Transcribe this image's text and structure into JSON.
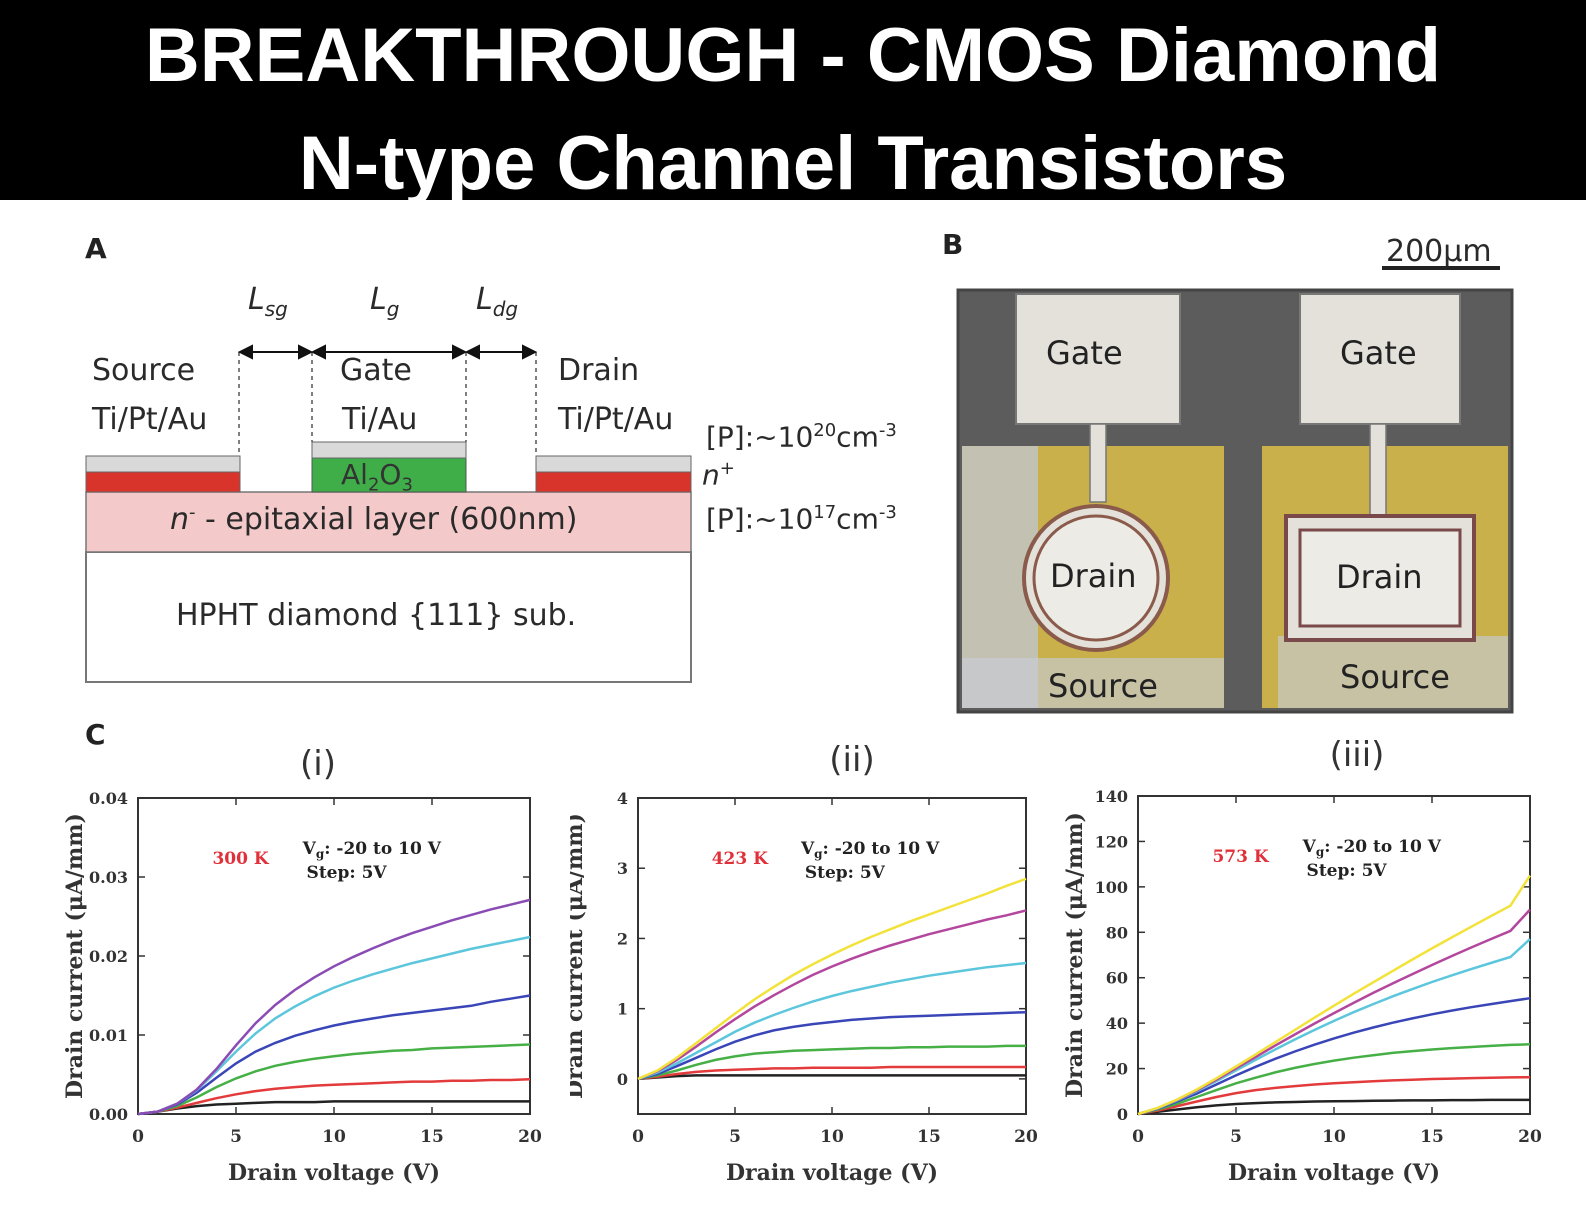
{
  "banner": {
    "line1": "BREAKTHROUGH - CMOS Diamond",
    "line2": "N-type Channel Transistors"
  },
  "panel_a": {
    "letter": "A",
    "lsg": "L",
    "lsg_sub": "sg",
    "lg": "L",
    "lg_sub": "g",
    "ldg": "L",
    "ldg_sub": "dg",
    "source": "Source",
    "source_metal": "Ti/Pt/Au",
    "gate": "Gate",
    "gate_metal": "Ti/Au",
    "drain": "Drain",
    "drain_metal": "Ti/Pt/Au",
    "oxide_main": "Al",
    "oxide_sub1": "2",
    "oxide_mid": "O",
    "oxide_sub2": "3",
    "nplus": "n",
    "nplus_sup": "+",
    "conc_high_prefix": "[P]:~10",
    "conc_high_exp": "20",
    "conc_high_unit": "cm",
    "conc_high_unit_exp": "-3",
    "conc_low_prefix": "[P]:~10",
    "conc_low_exp": "17",
    "conc_low_unit": "cm",
    "conc_low_unit_exp": "-3",
    "epi_n": "n",
    "epi_sup": "-",
    "epi_text": " - epitaxial layer (600nm)",
    "substrate": "HPHT diamond {111} sub.",
    "colors": {
      "metal": "#d9d9d9",
      "nplus": "#d9342b",
      "oxide": "#3fae49",
      "epi": "#f4c9c9",
      "substrate": "#ffffff"
    }
  },
  "panel_b": {
    "letter": "B",
    "scale": "200μm",
    "gate1": "Gate",
    "gate2": "Gate",
    "drain1": "Drain",
    "drain2": "Drain",
    "source1": "Source",
    "source2": "Source"
  },
  "panel_c": {
    "letter": "C",
    "subtitles": [
      "(i)",
      "(ii)",
      "(iii)"
    ]
  },
  "chart_data": [
    {
      "type": "line",
      "title": "(i)",
      "xlabel": "Drain voltage (V)",
      "ylabel": "Drain current (μA/mm)",
      "temperature": "300 K",
      "vg_label": "V",
      "vg_sub": "g",
      "vg_range": ": -20 to 10 V",
      "step": "Step: 5V",
      "xlim": [
        0,
        20
      ],
      "ylim": [
        0,
        0.04
      ],
      "xticks": [
        "0",
        "5",
        "10",
        "15",
        "20"
      ],
      "yticks": [
        "0.00",
        "0.01",
        "0.02",
        "0.03",
        "0.04"
      ],
      "x": [
        0,
        1,
        2,
        3,
        4,
        5,
        6,
        7,
        8,
        9,
        10,
        11,
        12,
        13,
        14,
        15,
        16,
        17,
        18,
        19,
        20
      ],
      "series": [
        {
          "color": "#222222",
          "values": [
            0,
            0.0003,
            0.0007,
            0.001,
            0.0012,
            0.0013,
            0.0014,
            0.0015,
            0.0015,
            0.0015,
            0.0016,
            0.0016,
            0.0016,
            0.0016,
            0.0016,
            0.0016,
            0.0016,
            0.0016,
            0.0016,
            0.0016,
            0.0016
          ]
        },
        {
          "color": "#e33b3b",
          "values": [
            0,
            0.0003,
            0.0008,
            0.0014,
            0.002,
            0.0025,
            0.0029,
            0.0032,
            0.0034,
            0.0036,
            0.0037,
            0.0038,
            0.0039,
            0.004,
            0.0041,
            0.0041,
            0.0042,
            0.0042,
            0.0043,
            0.0043,
            0.0044
          ]
        },
        {
          "color": "#46b046",
          "values": [
            0,
            0.0003,
            0.001,
            0.0021,
            0.0034,
            0.0045,
            0.0054,
            0.0061,
            0.0066,
            0.007,
            0.0073,
            0.0076,
            0.0078,
            0.008,
            0.0081,
            0.0083,
            0.0084,
            0.0085,
            0.0086,
            0.0087,
            0.0088
          ]
        },
        {
          "color": "#3a46b8",
          "values": [
            0,
            0.0003,
            0.0012,
            0.0027,
            0.0046,
            0.0064,
            0.0079,
            0.009,
            0.0099,
            0.0106,
            0.0112,
            0.0117,
            0.0121,
            0.0125,
            0.0128,
            0.0131,
            0.0134,
            0.0137,
            0.0142,
            0.0146,
            0.015
          ]
        },
        {
          "color": "#5cc6dd",
          "values": [
            0,
            0.0003,
            0.0013,
            0.003,
            0.0054,
            0.0079,
            0.0102,
            0.0121,
            0.0136,
            0.0149,
            0.016,
            0.0169,
            0.0177,
            0.0184,
            0.0191,
            0.0197,
            0.0203,
            0.0209,
            0.0214,
            0.0219,
            0.0224
          ]
        },
        {
          "color": "#8a4bb5",
          "values": [
            0,
            0.0003,
            0.0013,
            0.0031,
            0.0057,
            0.0087,
            0.0115,
            0.0138,
            0.0157,
            0.0173,
            0.0187,
            0.0199,
            0.021,
            0.022,
            0.0229,
            0.0237,
            0.0245,
            0.0252,
            0.0259,
            0.0265,
            0.0271
          ]
        }
      ]
    },
    {
      "type": "line",
      "title": "(ii)",
      "xlabel": "Drain voltage (V)",
      "ylabel": "Drain current (μA/mm)",
      "temperature": "423 K",
      "vg_label": "V",
      "vg_sub": "g",
      "vg_range": ": -20 to 10 V",
      "step": "Step: 5V",
      "xlim": [
        0,
        20
      ],
      "ylim": [
        -0.5,
        4
      ],
      "xticks": [
        "0",
        "5",
        "10",
        "15",
        "20"
      ],
      "yticks": [
        "0",
        "1",
        "2",
        "3",
        "4"
      ],
      "x": [
        0,
        1,
        2,
        3,
        4,
        5,
        6,
        7,
        8,
        9,
        10,
        11,
        12,
        13,
        14,
        15,
        16,
        17,
        18,
        19,
        20
      ],
      "series": [
        {
          "color": "#222222",
          "values": [
            0,
            0.02,
            0.04,
            0.05,
            0.05,
            0.05,
            0.05,
            0.05,
            0.05,
            0.05,
            0.05,
            0.05,
            0.05,
            0.05,
            0.05,
            0.05,
            0.05,
            0.05,
            0.05,
            0.05,
            0.05
          ]
        },
        {
          "color": "#e33b3b",
          "values": [
            0,
            0.03,
            0.07,
            0.1,
            0.12,
            0.13,
            0.14,
            0.15,
            0.15,
            0.16,
            0.16,
            0.16,
            0.16,
            0.17,
            0.17,
            0.17,
            0.17,
            0.17,
            0.17,
            0.17,
            0.17
          ]
        },
        {
          "color": "#46b046",
          "values": [
            0,
            0.05,
            0.12,
            0.2,
            0.27,
            0.32,
            0.36,
            0.38,
            0.4,
            0.41,
            0.42,
            0.43,
            0.44,
            0.44,
            0.45,
            0.45,
            0.46,
            0.46,
            0.46,
            0.47,
            0.47
          ]
        },
        {
          "color": "#3a46b8",
          "values": [
            0,
            0.07,
            0.18,
            0.3,
            0.42,
            0.53,
            0.62,
            0.69,
            0.74,
            0.78,
            0.81,
            0.84,
            0.86,
            0.88,
            0.89,
            0.9,
            0.91,
            0.92,
            0.93,
            0.94,
            0.95
          ]
        },
        {
          "color": "#5cc6dd",
          "values": [
            0,
            0.09,
            0.22,
            0.37,
            0.52,
            0.67,
            0.8,
            0.91,
            1.01,
            1.1,
            1.18,
            1.25,
            1.31,
            1.37,
            1.42,
            1.47,
            1.51,
            1.55,
            1.59,
            1.62,
            1.65
          ]
        },
        {
          "color": "#b3479d",
          "values": [
            0,
            0.11,
            0.27,
            0.46,
            0.66,
            0.85,
            1.03,
            1.19,
            1.34,
            1.48,
            1.6,
            1.71,
            1.81,
            1.9,
            1.98,
            2.06,
            2.13,
            2.2,
            2.27,
            2.33,
            2.4
          ]
        },
        {
          "color": "#f2e23a",
          "values": [
            0,
            0.12,
            0.3,
            0.51,
            0.72,
            0.93,
            1.13,
            1.31,
            1.48,
            1.63,
            1.77,
            1.9,
            2.02,
            2.13,
            2.24,
            2.34,
            2.44,
            2.54,
            2.64,
            2.75,
            2.85
          ]
        }
      ]
    },
    {
      "type": "line",
      "title": "(iii)",
      "xlabel": "Drain voltage (V)",
      "ylabel": "Drain current (μA/mm)",
      "temperature": "573 K",
      "vg_label": "V",
      "vg_sub": "g",
      "vg_range": ": -20 to 10 V",
      "step": "Step: 5V",
      "xlim": [
        0,
        20
      ],
      "ylim": [
        0,
        140
      ],
      "xticks": [
        "0",
        "5",
        "10",
        "15",
        "20"
      ],
      "yticks": [
        "0",
        "20",
        "40",
        "60",
        "80",
        "100",
        "120",
        "140"
      ],
      "x": [
        0,
        1,
        2,
        3,
        4,
        5,
        6,
        7,
        8,
        9,
        10,
        11,
        12,
        13,
        14,
        15,
        16,
        17,
        18,
        19,
        20
      ],
      "series": [
        {
          "color": "#222222",
          "values": [
            0,
            1,
            2,
            3,
            3.8,
            4.4,
            4.8,
            5.1,
            5.3,
            5.5,
            5.6,
            5.7,
            5.8,
            5.9,
            6,
            6,
            6.1,
            6.1,
            6.2,
            6.2,
            6.2
          ]
        },
        {
          "color": "#e33b3b",
          "values": [
            0,
            1.5,
            3.5,
            5.5,
            7.5,
            9.2,
            10.5,
            11.5,
            12.3,
            13,
            13.5,
            14,
            14.4,
            14.8,
            15.1,
            15.4,
            15.6,
            15.8,
            16,
            16.1,
            16.2
          ]
        },
        {
          "color": "#46b046",
          "values": [
            0,
            2,
            4.5,
            7.5,
            10.5,
            13.5,
            16,
            18.3,
            20.3,
            22,
            23.5,
            24.8,
            25.9,
            26.9,
            27.7,
            28.4,
            29,
            29.5,
            30,
            30.4,
            30.7
          ]
        },
        {
          "color": "#3a46b8",
          "values": [
            0,
            2.3,
            5.5,
            9,
            13,
            17,
            20.8,
            24.3,
            27.5,
            30.5,
            33.3,
            35.8,
            38.1,
            40.2,
            42.1,
            43.9,
            45.5,
            47,
            48.4,
            49.7,
            51
          ]
        },
        {
          "color": "#5cc6dd",
          "values": [
            0,
            2.5,
            6,
            10,
            14.5,
            19.2,
            23.8,
            28.4,
            32.8,
            37,
            41,
            44.8,
            48.4,
            51.8,
            55,
            58.1,
            61,
            63.8,
            66.5,
            69.1,
            77
          ]
        },
        {
          "color": "#b3479d",
          "values": [
            0,
            2.6,
            6.2,
            10.4,
            15.1,
            20.1,
            25.1,
            30.1,
            35,
            39.8,
            44.4,
            48.9,
            53.3,
            57.5,
            61.6,
            65.6,
            69.5,
            73.3,
            77,
            80.6,
            90
          ]
        },
        {
          "color": "#f2e23a",
          "values": [
            0,
            2.7,
            6.4,
            10.8,
            15.7,
            20.9,
            26.2,
            31.6,
            37,
            42.4,
            47.7,
            52.9,
            58,
            63,
            68,
            72.9,
            77.7,
            82.4,
            87.1,
            91.7,
            105
          ]
        }
      ]
    }
  ]
}
